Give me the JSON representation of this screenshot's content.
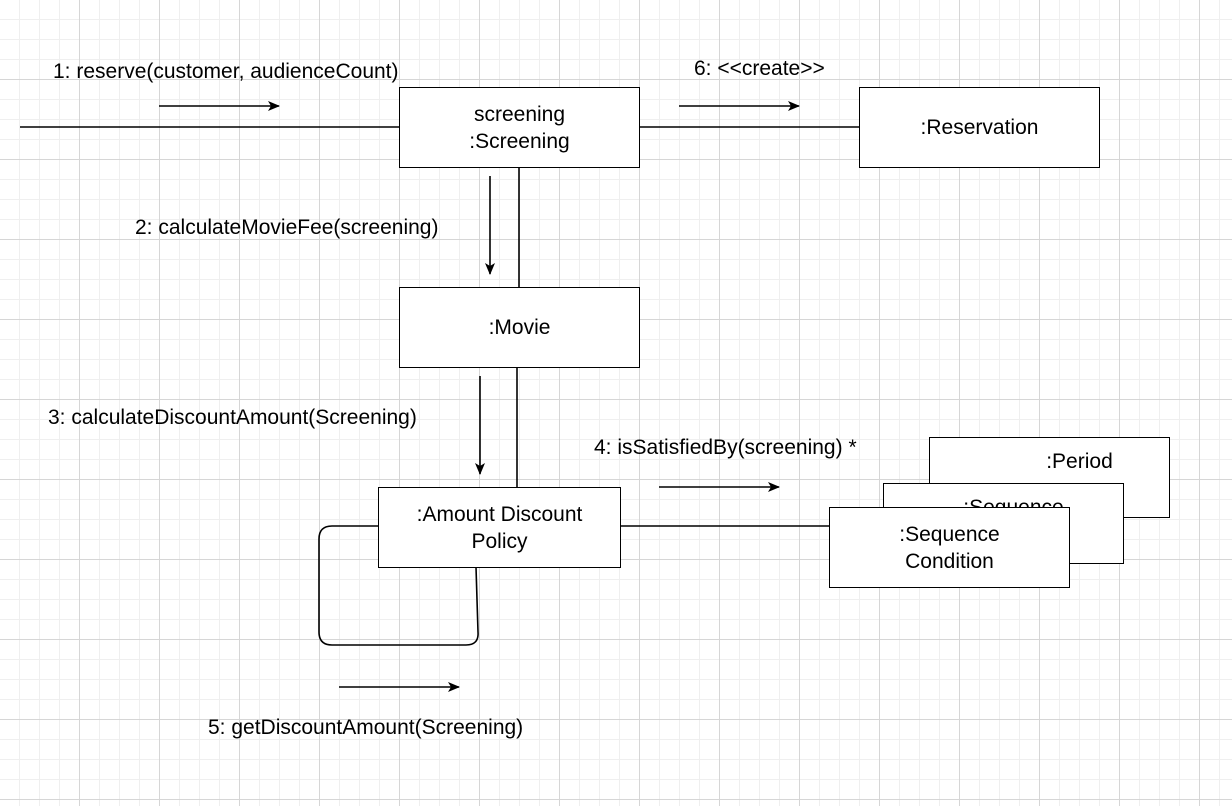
{
  "objects": {
    "screening": "screening\n:Screening",
    "reservation": ":Reservation",
    "movie": ":Movie",
    "amount_discount_policy": ":Amount Discount\nPolicy",
    "period_condition": ":Period",
    "sequence_condition_back": ":Sequence",
    "sequence_condition": ":Sequence\nCondition"
  },
  "messages": {
    "m1": "1: reserve(customer, audienceCount)",
    "m2": "2: calculateMovieFee(screening)",
    "m3": "3: calculateDiscountAmount(Screening)",
    "m4": "4: isSatisfiedBy(screening) *",
    "m5": "5: getDiscountAmount(Screening)",
    "m6": "6: <<create>>"
  }
}
